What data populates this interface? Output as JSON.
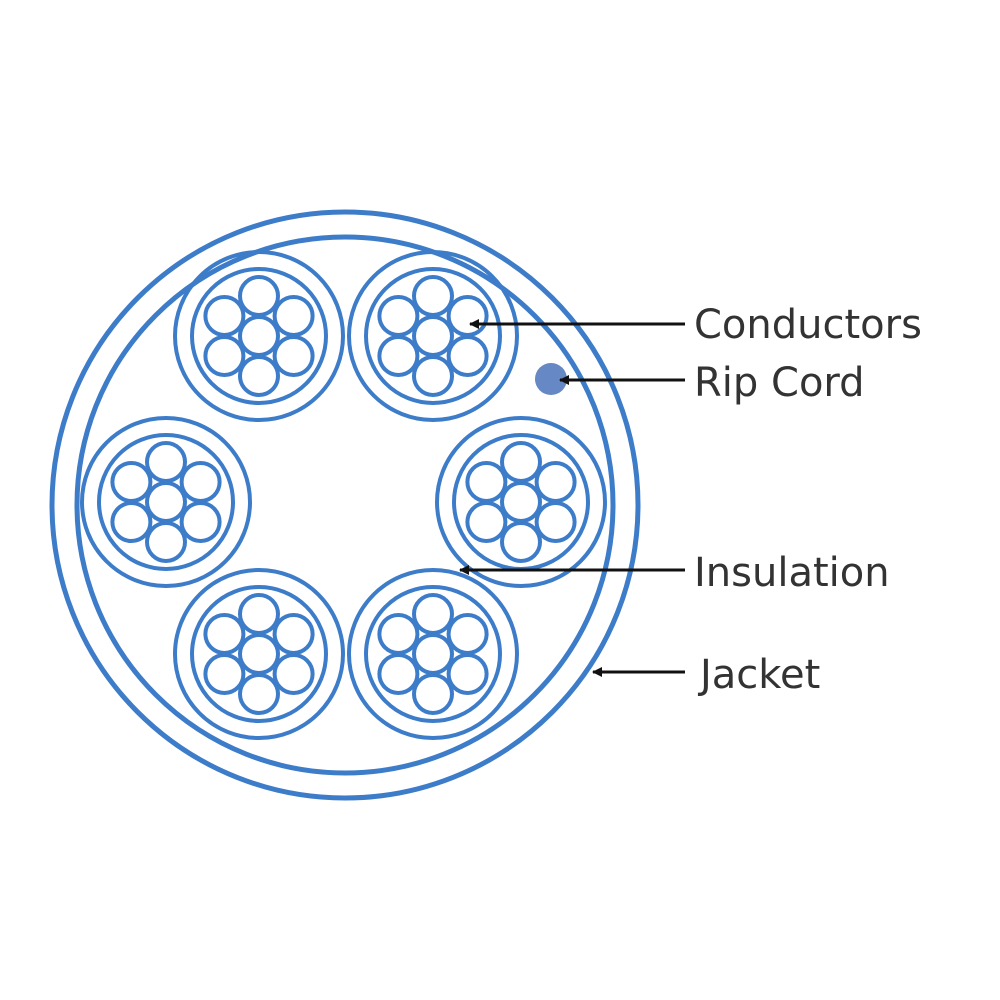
{
  "colors": {
    "line": "#3d7cc9",
    "rip_cord": "#6688c4",
    "text": "#333333",
    "arrow": "#111111",
    "background": "#ffffff"
  },
  "labels": {
    "conductors": "Conductors",
    "rip_cord": "Rip Cord",
    "insulation": "Insulation",
    "jacket": "Jacket"
  },
  "cable": {
    "insulated_conductor_count": 6,
    "strands_per_conductor": 7,
    "rip_cord_count": 1
  }
}
